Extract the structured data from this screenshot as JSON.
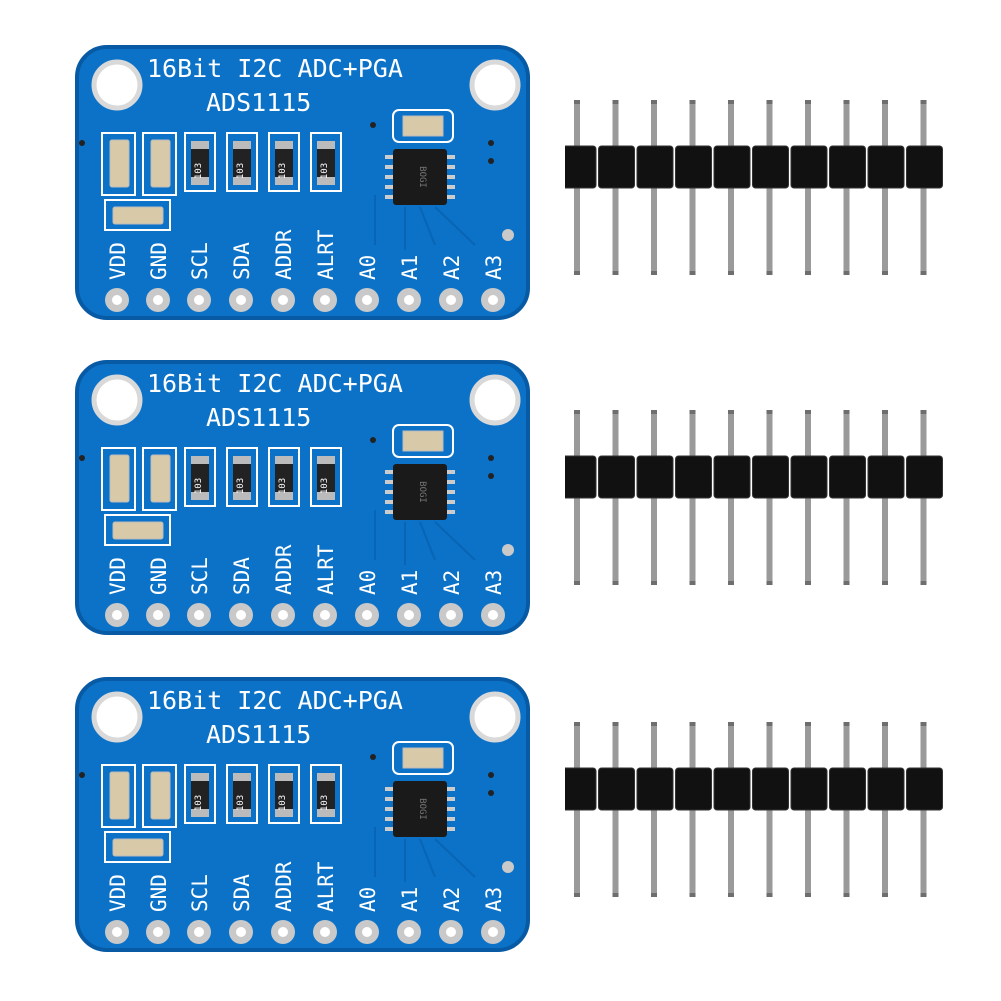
{
  "products": [
    {
      "title": "16Bit I2C ADC+PGA",
      "model": "ADS1115",
      "chip_marking": "BOGI",
      "resistor_codes": [
        "103",
        "103",
        "103",
        "103"
      ],
      "pins": [
        "VDD",
        "GND",
        "SCL",
        "SDA",
        "ADDR",
        "ALRT",
        "A0",
        "A1",
        "A2",
        "A3"
      ]
    },
    {
      "title": "16Bit I2C ADC+PGA",
      "model": "ADS1115",
      "chip_marking": "BOGI",
      "resistor_codes": [
        "103",
        "103",
        "103",
        "103"
      ],
      "pins": [
        "VDD",
        "GND",
        "SCL",
        "SDA",
        "ADDR",
        "ALRT",
        "A0",
        "A1",
        "A2",
        "A3"
      ]
    },
    {
      "title": "16Bit I2C ADC+PGA",
      "model": "ADS1115",
      "chip_marking": "BOGI",
      "resistor_codes": [
        "103",
        "103",
        "103",
        "103"
      ],
      "pins": [
        "VDD",
        "GND",
        "SCL",
        "SDA",
        "ADDR",
        "ALRT",
        "A0",
        "A1",
        "A2",
        "A3"
      ]
    }
  ],
  "header_pin_count": 10,
  "colors": {
    "pcb": "#0b72c8",
    "pcb_edge": "#075aa3",
    "silkscreen": "#ffffff",
    "pad": "#c9c9c9",
    "header_plastic": "#111111",
    "pin_metal": "#9a9a9a"
  }
}
